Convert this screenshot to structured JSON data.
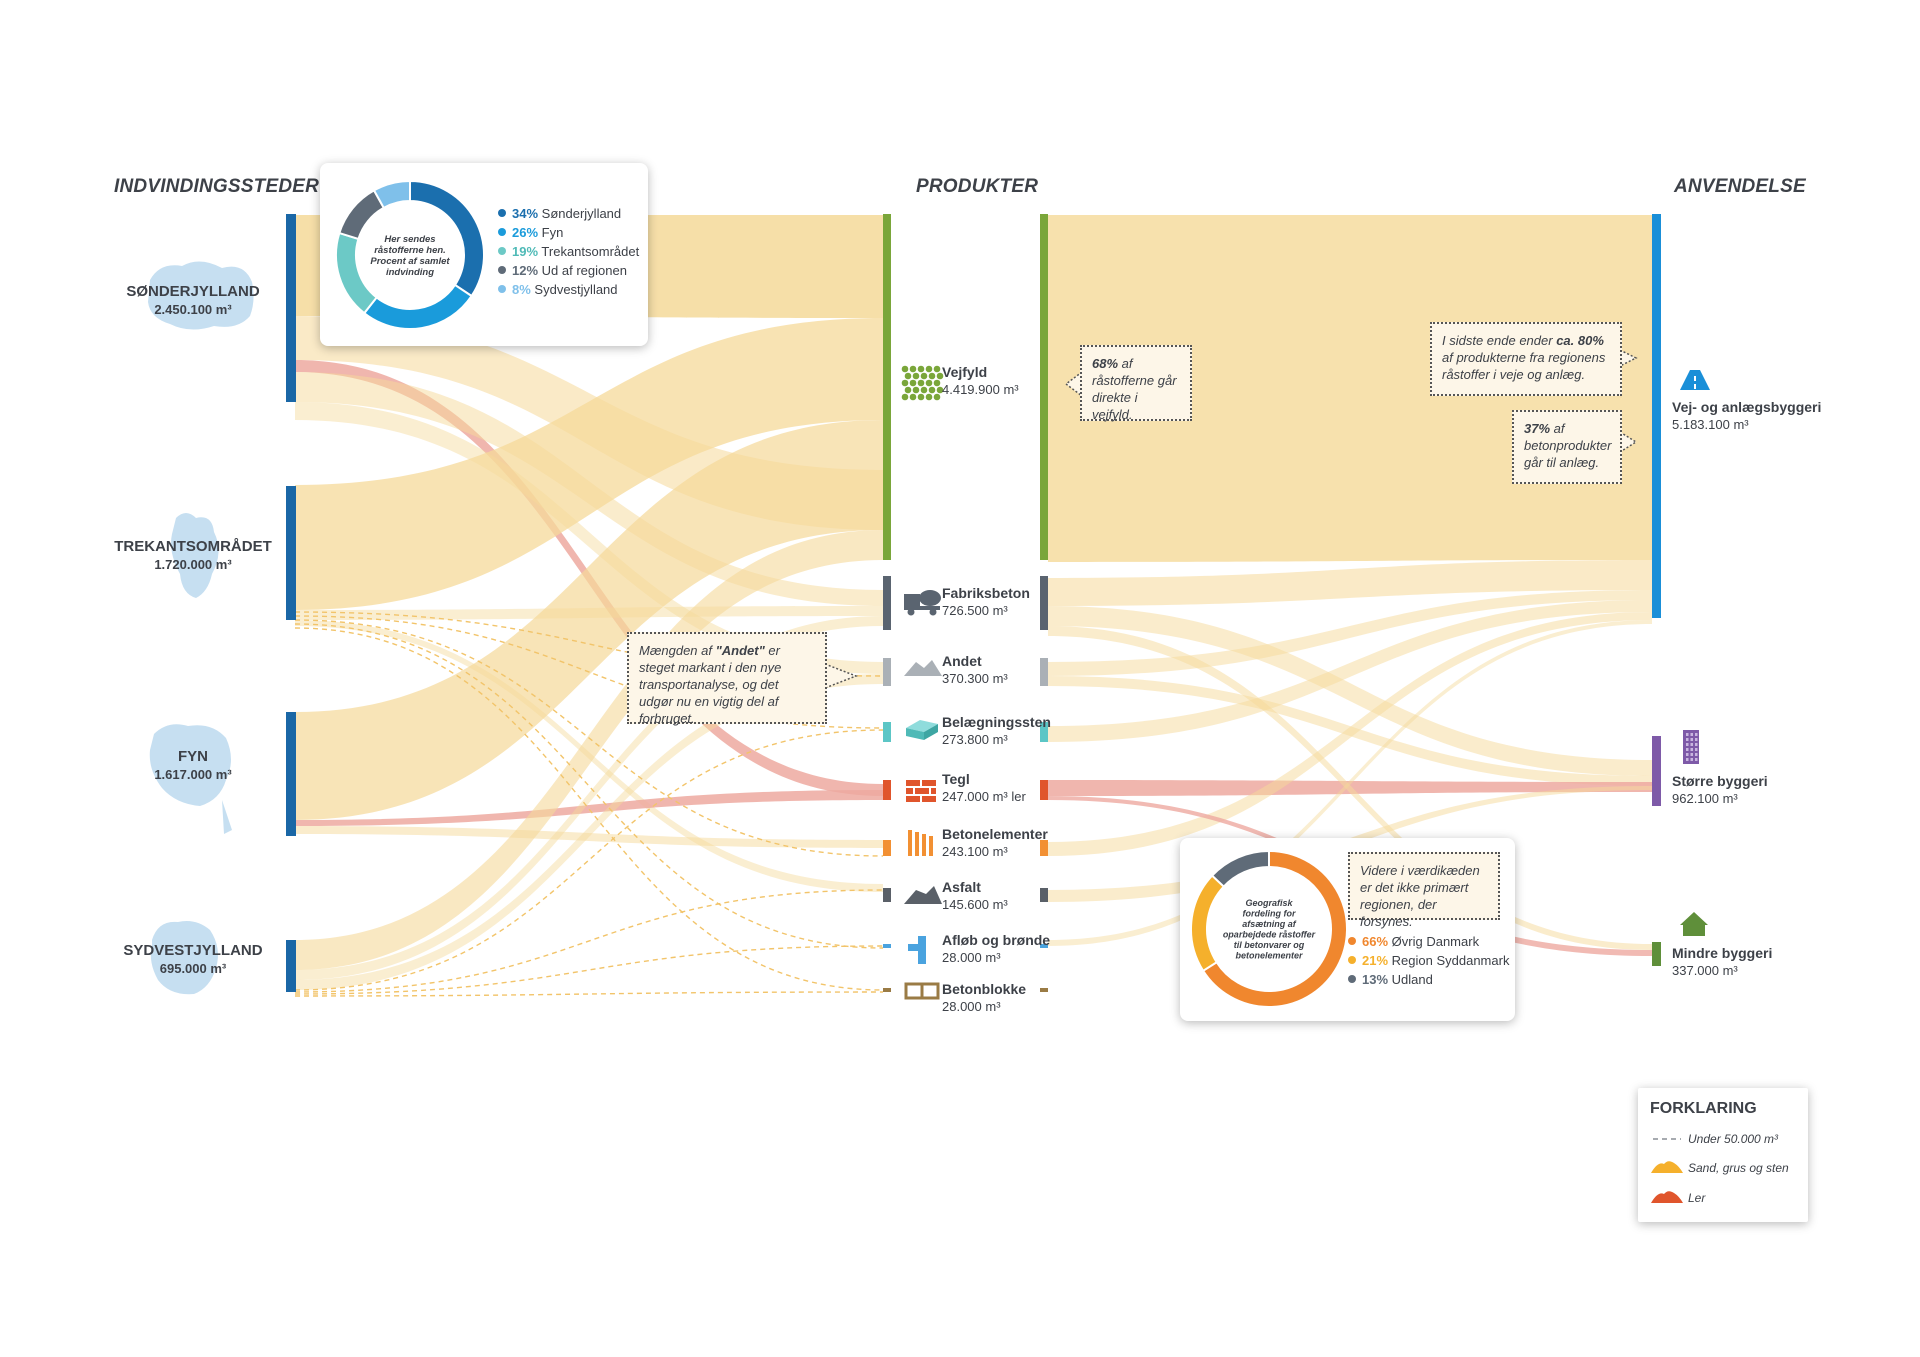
{
  "headers": {
    "left": "INDVINDINGSSTEDER",
    "middle": "PRODUKTER",
    "right": "ANVENDELSE"
  },
  "regions": [
    {
      "name": "SØNDERJYLLAND",
      "volume": "2.450.100 m³"
    },
    {
      "name": "TREKANTSOMRÅDET",
      "volume": "1.720.000 m³"
    },
    {
      "name": "FYN",
      "volume": "1.617.000 m³"
    },
    {
      "name": "SYDVESTJYLLAND",
      "volume": "695.000 m³"
    }
  ],
  "products": [
    {
      "name": "Vejfyld",
      "volume": "4.419.900 m³",
      "color": "#7aa63a",
      "icon": "gravel-pile-icon"
    },
    {
      "name": "Fabriksbeton",
      "volume": "726.500 m³",
      "color": "#5a6470",
      "icon": "concrete-mixer-truck-icon"
    },
    {
      "name": "Andet",
      "volume": "370.300 m³",
      "color": "#aab0b6",
      "icon": "stone-pile-icon"
    },
    {
      "name": "Belægningssten",
      "volume": "273.800 m³",
      "color": "#5cc6c6",
      "icon": "paving-stone-icon"
    },
    {
      "name": "Tegl",
      "volume": "247.000 m³ ler",
      "color": "#e0552c",
      "icon": "brick-wall-icon"
    },
    {
      "name": "Betonelementer",
      "volume": "243.100 m³",
      "color": "#f29033",
      "icon": "concrete-element-icon"
    },
    {
      "name": "Asfalt",
      "volume": "145.600 m³",
      "color": "#5a6068",
      "icon": "asphalt-pile-icon"
    },
    {
      "name": "Afløb og brønde",
      "volume": "28.000 m³",
      "color": "#4aa3df",
      "icon": "drain-pipe-icon"
    },
    {
      "name": "Betonblokke",
      "volume": "28.000 m³",
      "color": "#9a7b45",
      "icon": "concrete-block-icon"
    }
  ],
  "uses": [
    {
      "name": "Vej- og anlægsbyggeri",
      "volume": "5.183.100 m³",
      "color": "#1a8fd8",
      "icon": "road-icon"
    },
    {
      "name": "Større byggeri",
      "volume": "962.100 m³",
      "color": "#7e5aa8",
      "icon": "tall-building-icon"
    },
    {
      "name": "Mindre byggeri",
      "volume": "337.000 m³",
      "color": "#5f8f3a",
      "icon": "house-icon"
    }
  ],
  "donut1": {
    "center_text": [
      "Her sendes",
      "råstofferne hen.",
      "Procent af samlet",
      "indvinding"
    ],
    "items": [
      {
        "pct": "34%",
        "label": "Sønderjylland",
        "value": 34,
        "color": "#1b6fae"
      },
      {
        "pct": "26%",
        "label": "Fyn",
        "value": 26,
        "color": "#1a9bdb"
      },
      {
        "pct": "19%",
        "label": "Trekantsområdet",
        "value": 19,
        "color": "#6cc9c6"
      },
      {
        "pct": "12%",
        "label": "Ud af regionen",
        "value": 12,
        "color": "#5f6b78"
      },
      {
        "pct": "8%",
        "label": "Sydvestjylland",
        "value": 8,
        "color": "#7fc0ea"
      }
    ]
  },
  "donut2": {
    "center_text": [
      "Geografisk",
      "fordeling for",
      "afsætning af",
      "oparbejdede råstoffer",
      "til betonvarer og",
      "betonelementer"
    ],
    "items": [
      {
        "pct": "66%",
        "label": "Øvrig Danmark",
        "value": 66,
        "color": "#f0872e"
      },
      {
        "pct": "21%",
        "label": "Region Syddanmark",
        "value": 21,
        "color": "#f5b02c"
      },
      {
        "pct": "13%",
        "label": "Udland",
        "value": 13,
        "color": "#5f6b78"
      }
    ]
  },
  "notes": {
    "vejfyld_strong": "68%",
    "vejfyld_rest": " af råstofferne går direkte i vejfyld.",
    "end_pre": "I sidste ende ender ",
    "end_strong": "ca. 80%",
    "end_post": " af produkterne fra regionens råstoffer i veje og anlæg.",
    "beton_strong": "37%",
    "beton_rest": " af betonprodukter går til anlæg.",
    "andet_pre": "Mængden af ",
    "andet_strong": "\"Andet\"",
    "andet_post": " er steget markant i den nye transportanalyse, og det udgør nu en vigtig del af forbruget.",
    "value_chain": "Videre i værdikæden er det ikke primært regionen, der forsynes."
  },
  "legend": {
    "title": "FORKLARING",
    "under": "Under 50.000 m³",
    "sand": "Sand, grus og sten",
    "clay": "Ler"
  },
  "colors": {
    "flow_sand": "#f5d999",
    "flow_clay": "#eda9a0",
    "region_bar": "#1a67a6",
    "region_map": "#c6dff1"
  }
}
